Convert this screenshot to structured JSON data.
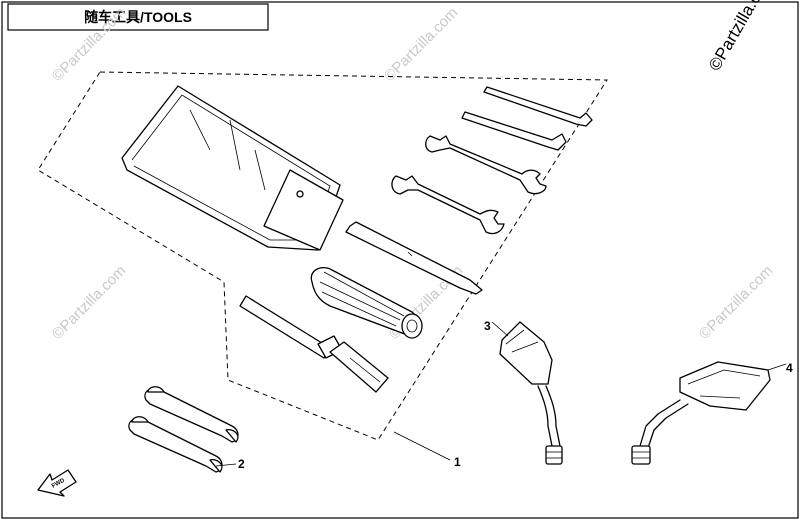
{
  "diagram": {
    "title": "随车工具/TOOLS",
    "copyright": "©Partzilla.com",
    "watermark": "©Partzilla.com",
    "direction_label": "FWD",
    "callouts": [
      {
        "number": "1"
      },
      {
        "number": "2"
      },
      {
        "number": "3"
      },
      {
        "number": "4"
      }
    ]
  }
}
